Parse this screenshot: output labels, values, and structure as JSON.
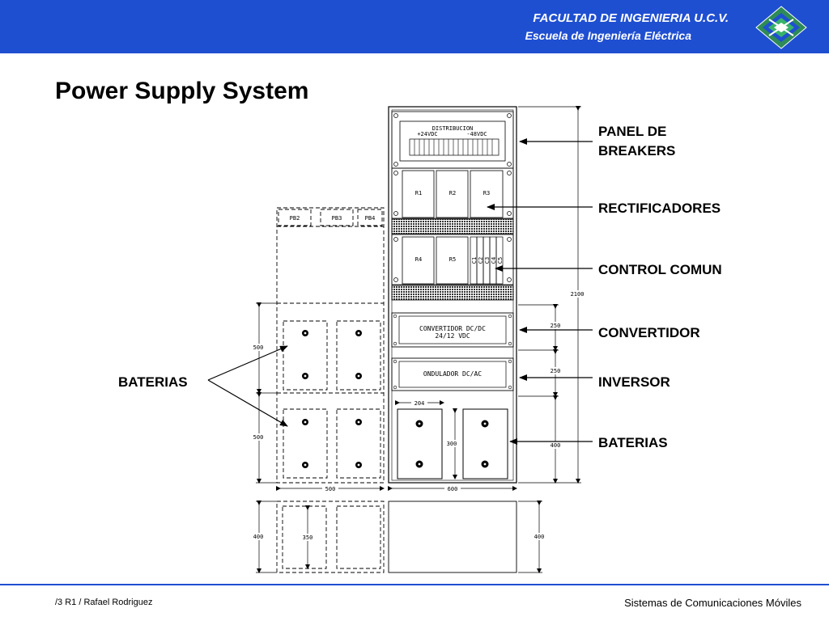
{
  "header": {
    "line1": "FACULTAD DE INGENIERIA U.C.V.",
    "line2": "Escuela de Ingeniería Eléctrica",
    "bg_color": "#1f4fd1",
    "logo_icon": "ucv-engineering-logo-icon"
  },
  "title": "Power Supply System",
  "labels": {
    "panel": [
      "PANEL DE",
      "BREAKERS"
    ],
    "rectificadores": "RECTIFICADORES",
    "control": "CONTROL COMUN",
    "convertidor": "CONVERTIDOR",
    "inversor": "INVERSOR",
    "baterias_right": "BATERIAS",
    "baterias_left": "BATERIAS"
  },
  "cabinet": {
    "distribucion": "DISTRIBUCION",
    "v24": "+24VDC",
    "v48": "-48VDC",
    "rectifiers": [
      "R1",
      "R2",
      "R3",
      "R4",
      "R5"
    ],
    "controls": [
      "C1",
      "C2",
      "C3",
      "C4",
      "C5"
    ],
    "convertidor": [
      "CONVERTIDOR DC/DC",
      "24/12 VDC"
    ],
    "ondulador": "ONDULADOR DC/AC",
    "pb": [
      "PB2",
      "PB3",
      "PB4"
    ]
  },
  "dimensions": {
    "total_height": "2100",
    "conv_h": "250",
    "inv_h": "250",
    "bat_h": "400",
    "bat_w": "204",
    "bat_depth": "300",
    "left_upper": "500",
    "left_lower": "500",
    "left_width": "500",
    "right_width": "600",
    "base_left": "400",
    "base_inner": "350",
    "base_right": "400"
  },
  "footer": {
    "left": "/3 R1 / Rafael Rodriguez",
    "right": "Sistemas de Comunicaciones Móviles"
  }
}
